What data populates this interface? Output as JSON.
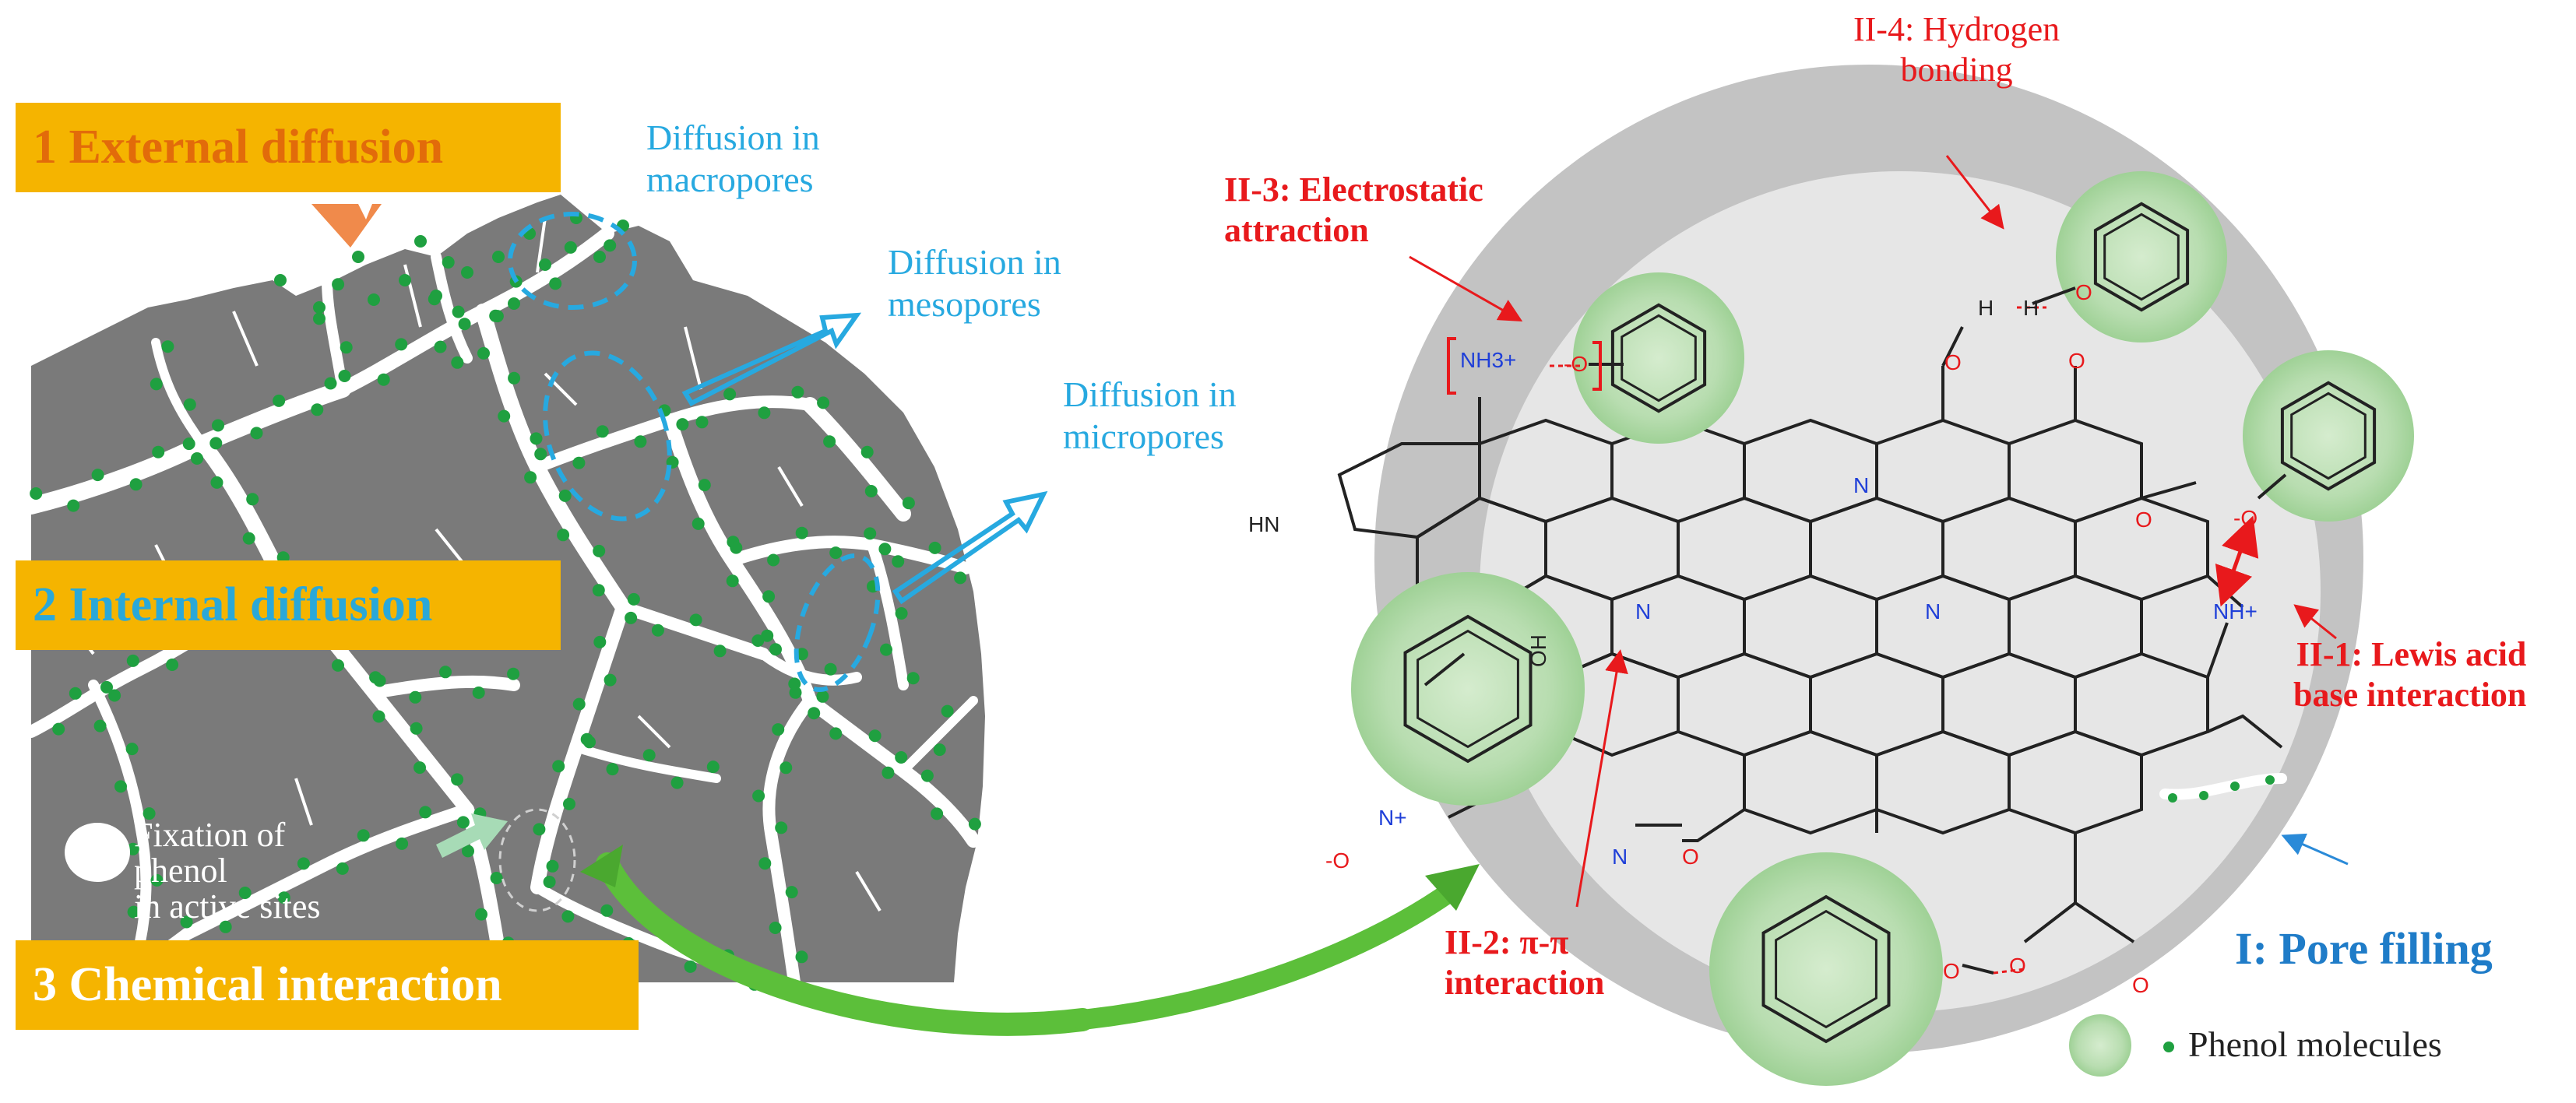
{
  "stages": {
    "external": "1 External diffusion",
    "internal": "2 Internal diffusion",
    "chemical": "3 Chemical interaction"
  },
  "diffusion_labels": {
    "macro": [
      "Diffusion in",
      "macropores"
    ],
    "meso": [
      "Diffusion in",
      "mesopores"
    ],
    "micro": [
      "Diffusion in",
      "micropores"
    ]
  },
  "fixation": [
    "Fixation of",
    "phenol",
    "in active sites"
  ],
  "mechanisms": {
    "hbond": [
      "II-4: Hydrogen",
      "bonding"
    ],
    "electrostatic": [
      "II-3: Electrostatic",
      "attraction"
    ],
    "lewis": [
      "II-1: Lewis acid",
      "base interaction"
    ],
    "pipi": [
      "II-2: π-π",
      "interaction"
    ],
    "pore": "I: Pore filling"
  },
  "legend": "Phenol molecules",
  "atoms": {
    "nh3": "NH3+",
    "o_minus": "-O",
    "hn": "HN",
    "n": "N",
    "oh": "OH",
    "h": "H",
    "nh_plus": "NH+",
    "o": "O",
    "n_plus": "N+",
    "o_n": "-O"
  },
  "colors": {
    "stage_box": "#f5b400",
    "stage1_text": "#e26b0a",
    "stage2_text": "#2aa8d8",
    "stage3_text": "#ffffff",
    "diffusion_text": "#27a9e0",
    "mechanism_text": "#e8191c",
    "pore_text": "#1f7cc8",
    "carbon": "#7a7a7a",
    "phenol_green": "#2aa84a",
    "phenol_halo": "#b6dcae",
    "sphere_outer": "#c3c3c3",
    "sphere_inner": "#e6e6e6"
  }
}
